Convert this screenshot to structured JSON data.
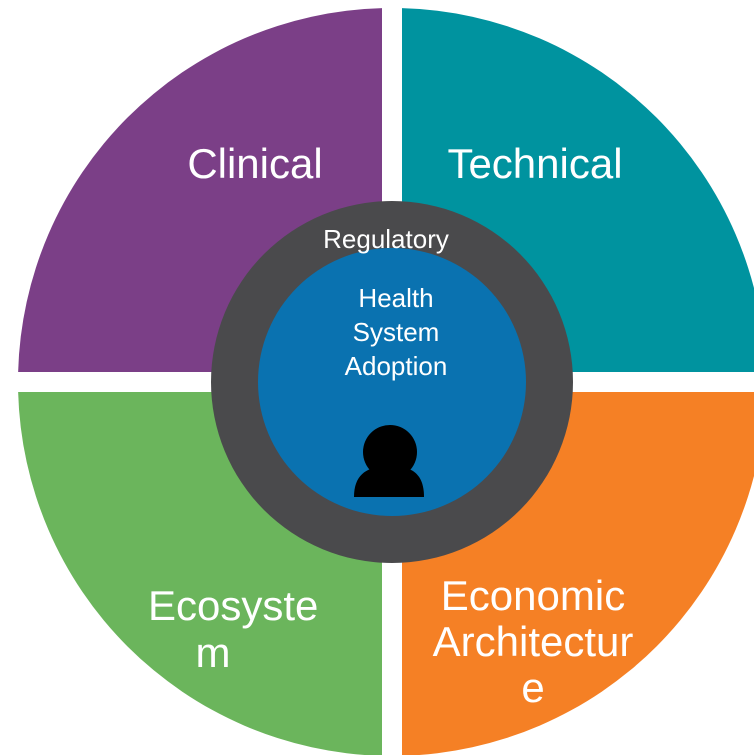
{
  "colors": {
    "clinical": "#7b3f87",
    "technical": "#00939f",
    "ecosystem": "#6bb55c",
    "economic": "#f58025",
    "regulatory_ring": "#4a4a4c",
    "core": "#0a72b0",
    "person": "#000000",
    "gap": "#ffffff"
  },
  "quadrants": {
    "clinical": "Clinical",
    "technical": "Technical",
    "ecosystem_lines": [
      "Ecosyste",
      "m"
    ],
    "economic_lines": [
      "Economic",
      "Architectur",
      "e"
    ]
  },
  "ring_label": "Regulatory",
  "core_lines": [
    "Health",
    "System",
    "Adoption"
  ],
  "core_icon": "person-icon"
}
